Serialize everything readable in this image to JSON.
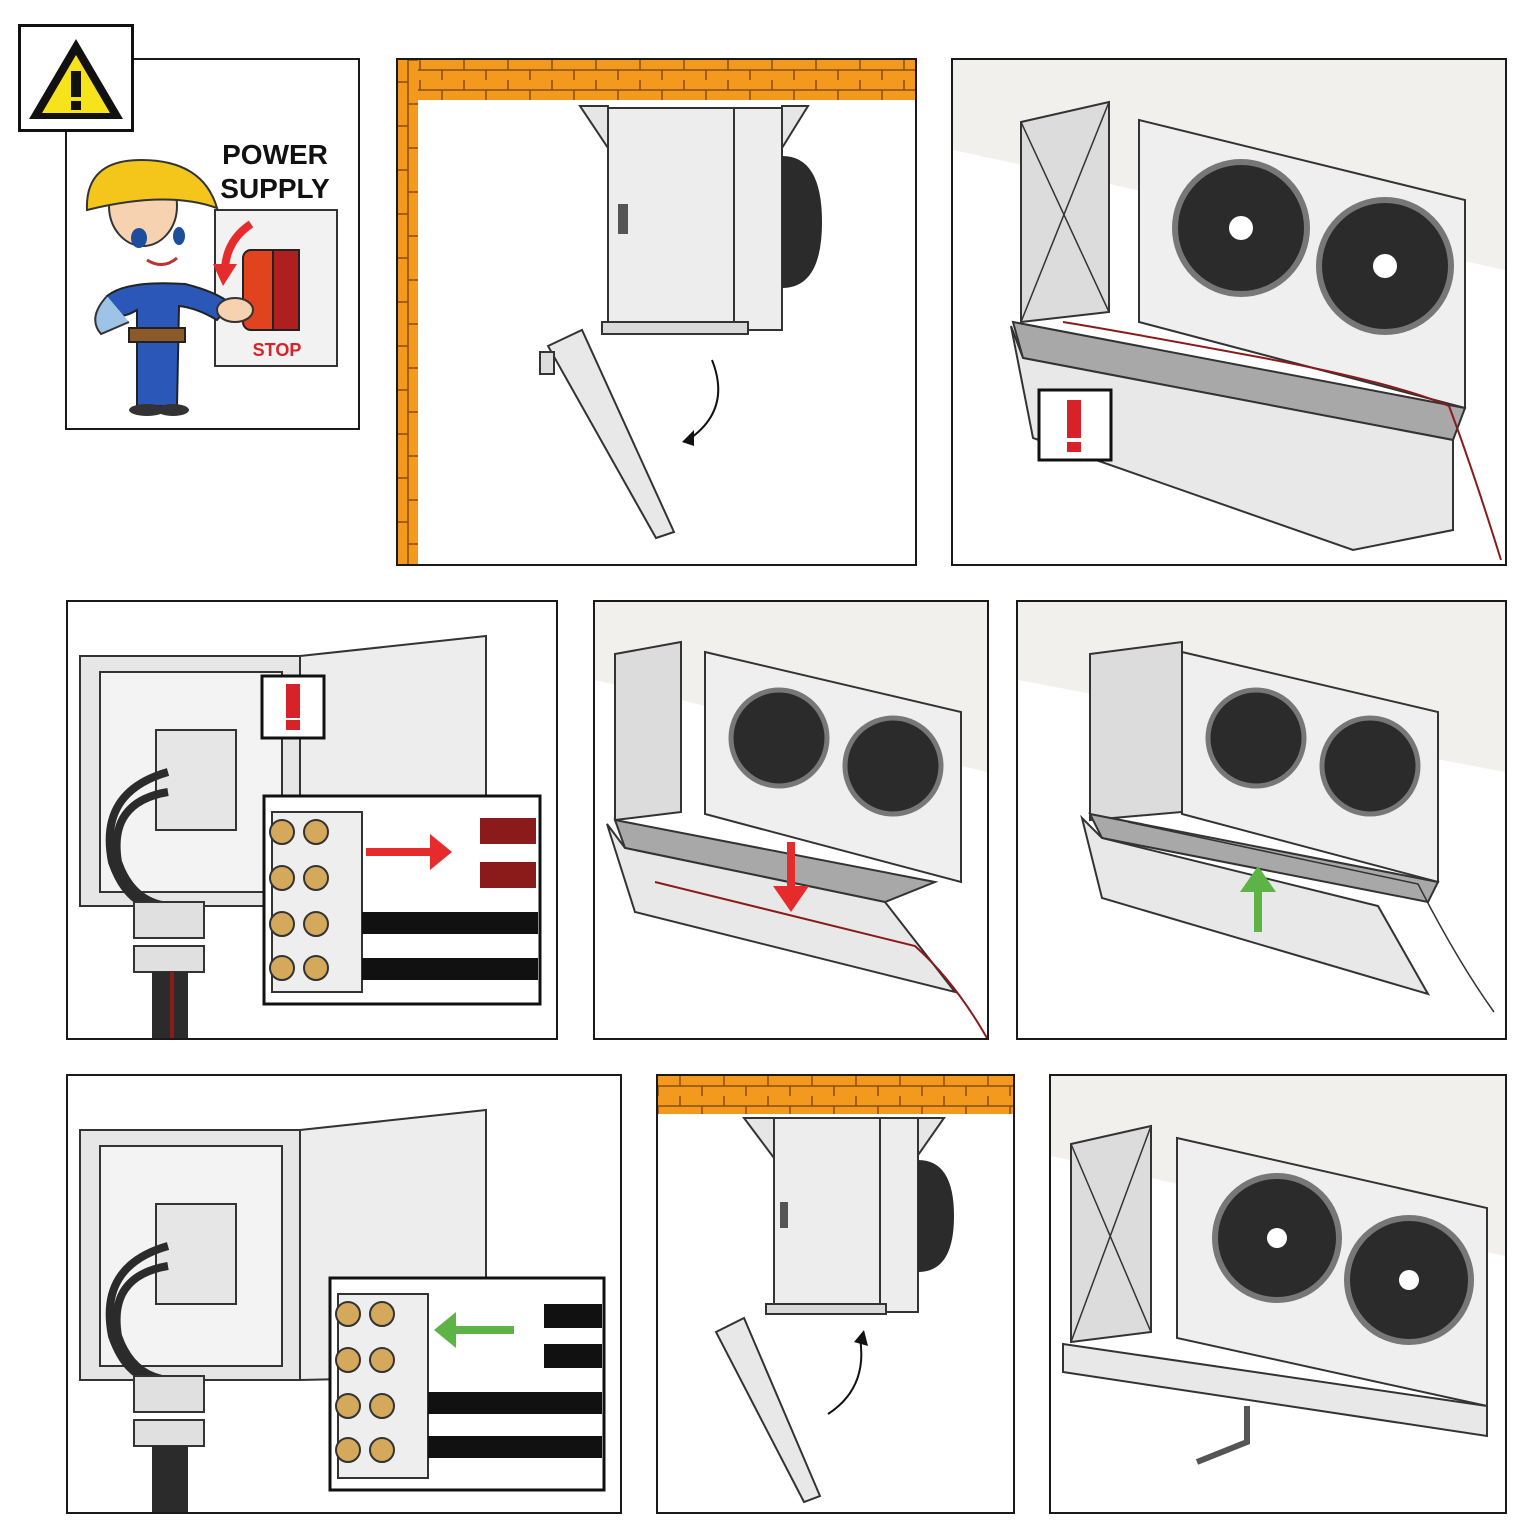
{
  "panel1": {
    "title_line1": "POWER",
    "title_line2": "SUPPLY",
    "stop_label": "STOP"
  },
  "colors": {
    "brick": "#f39a1e",
    "mortar": "#8a4e0f",
    "stop_red": "#d8222a",
    "hazard_yellow": "#f7e31a",
    "arrow_red": "#e52b2b",
    "arrow_green": "#5db346",
    "metal": "#e6e6e6",
    "metal_dark": "#b9b9b9",
    "fan_dark": "#2b2b2b",
    "wire_red": "#8b1a1a",
    "ceiling": "#f2f0ec",
    "terminal_brass": "#d4a95c"
  },
  "icons": [
    "warning-icon",
    "alert-icon",
    "arrow-down-icon",
    "arrow-up-icon",
    "arrow-right-icon",
    "arrow-left-icon",
    "rotate-arrow-icon"
  ]
}
